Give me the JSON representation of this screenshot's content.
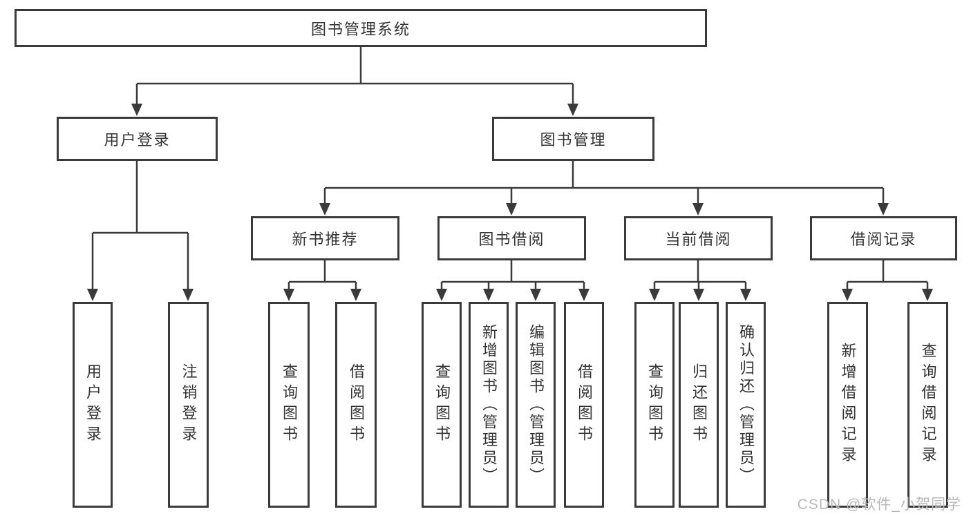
{
  "tree": {
    "root": {
      "label": "图书管理系统"
    },
    "children": [
      {
        "label": "用户登录",
        "children": [
          {
            "label": "用户登录"
          },
          {
            "label": "注销登录"
          }
        ]
      },
      {
        "label": "图书管理",
        "children": [
          {
            "label": "新书推荐",
            "children": [
              {
                "label": "查询图书"
              },
              {
                "label": "借阅图书"
              }
            ]
          },
          {
            "label": "图书借阅",
            "children": [
              {
                "label": "查询图书"
              },
              {
                "label": "新增图书（管理员）"
              },
              {
                "label": "编辑图书（管理员）"
              },
              {
                "label": "借阅图书"
              }
            ]
          },
          {
            "label": "当前借阅",
            "children": [
              {
                "label": "查询图书"
              },
              {
                "label": "归还图书"
              },
              {
                "label": "确认归还（管理员）"
              }
            ]
          },
          {
            "label": "借阅记录",
            "children": [
              {
                "label": "新增借阅记录"
              },
              {
                "label": "查询借阅记录"
              }
            ]
          }
        ]
      }
    ]
  },
  "watermark": {
    "text": "CSDN @软件_小贺同学"
  },
  "colors": {
    "line": "#3a3a3a",
    "text": "#333333",
    "watermark": "#b9b9b9",
    "background": "#ffffff"
  }
}
